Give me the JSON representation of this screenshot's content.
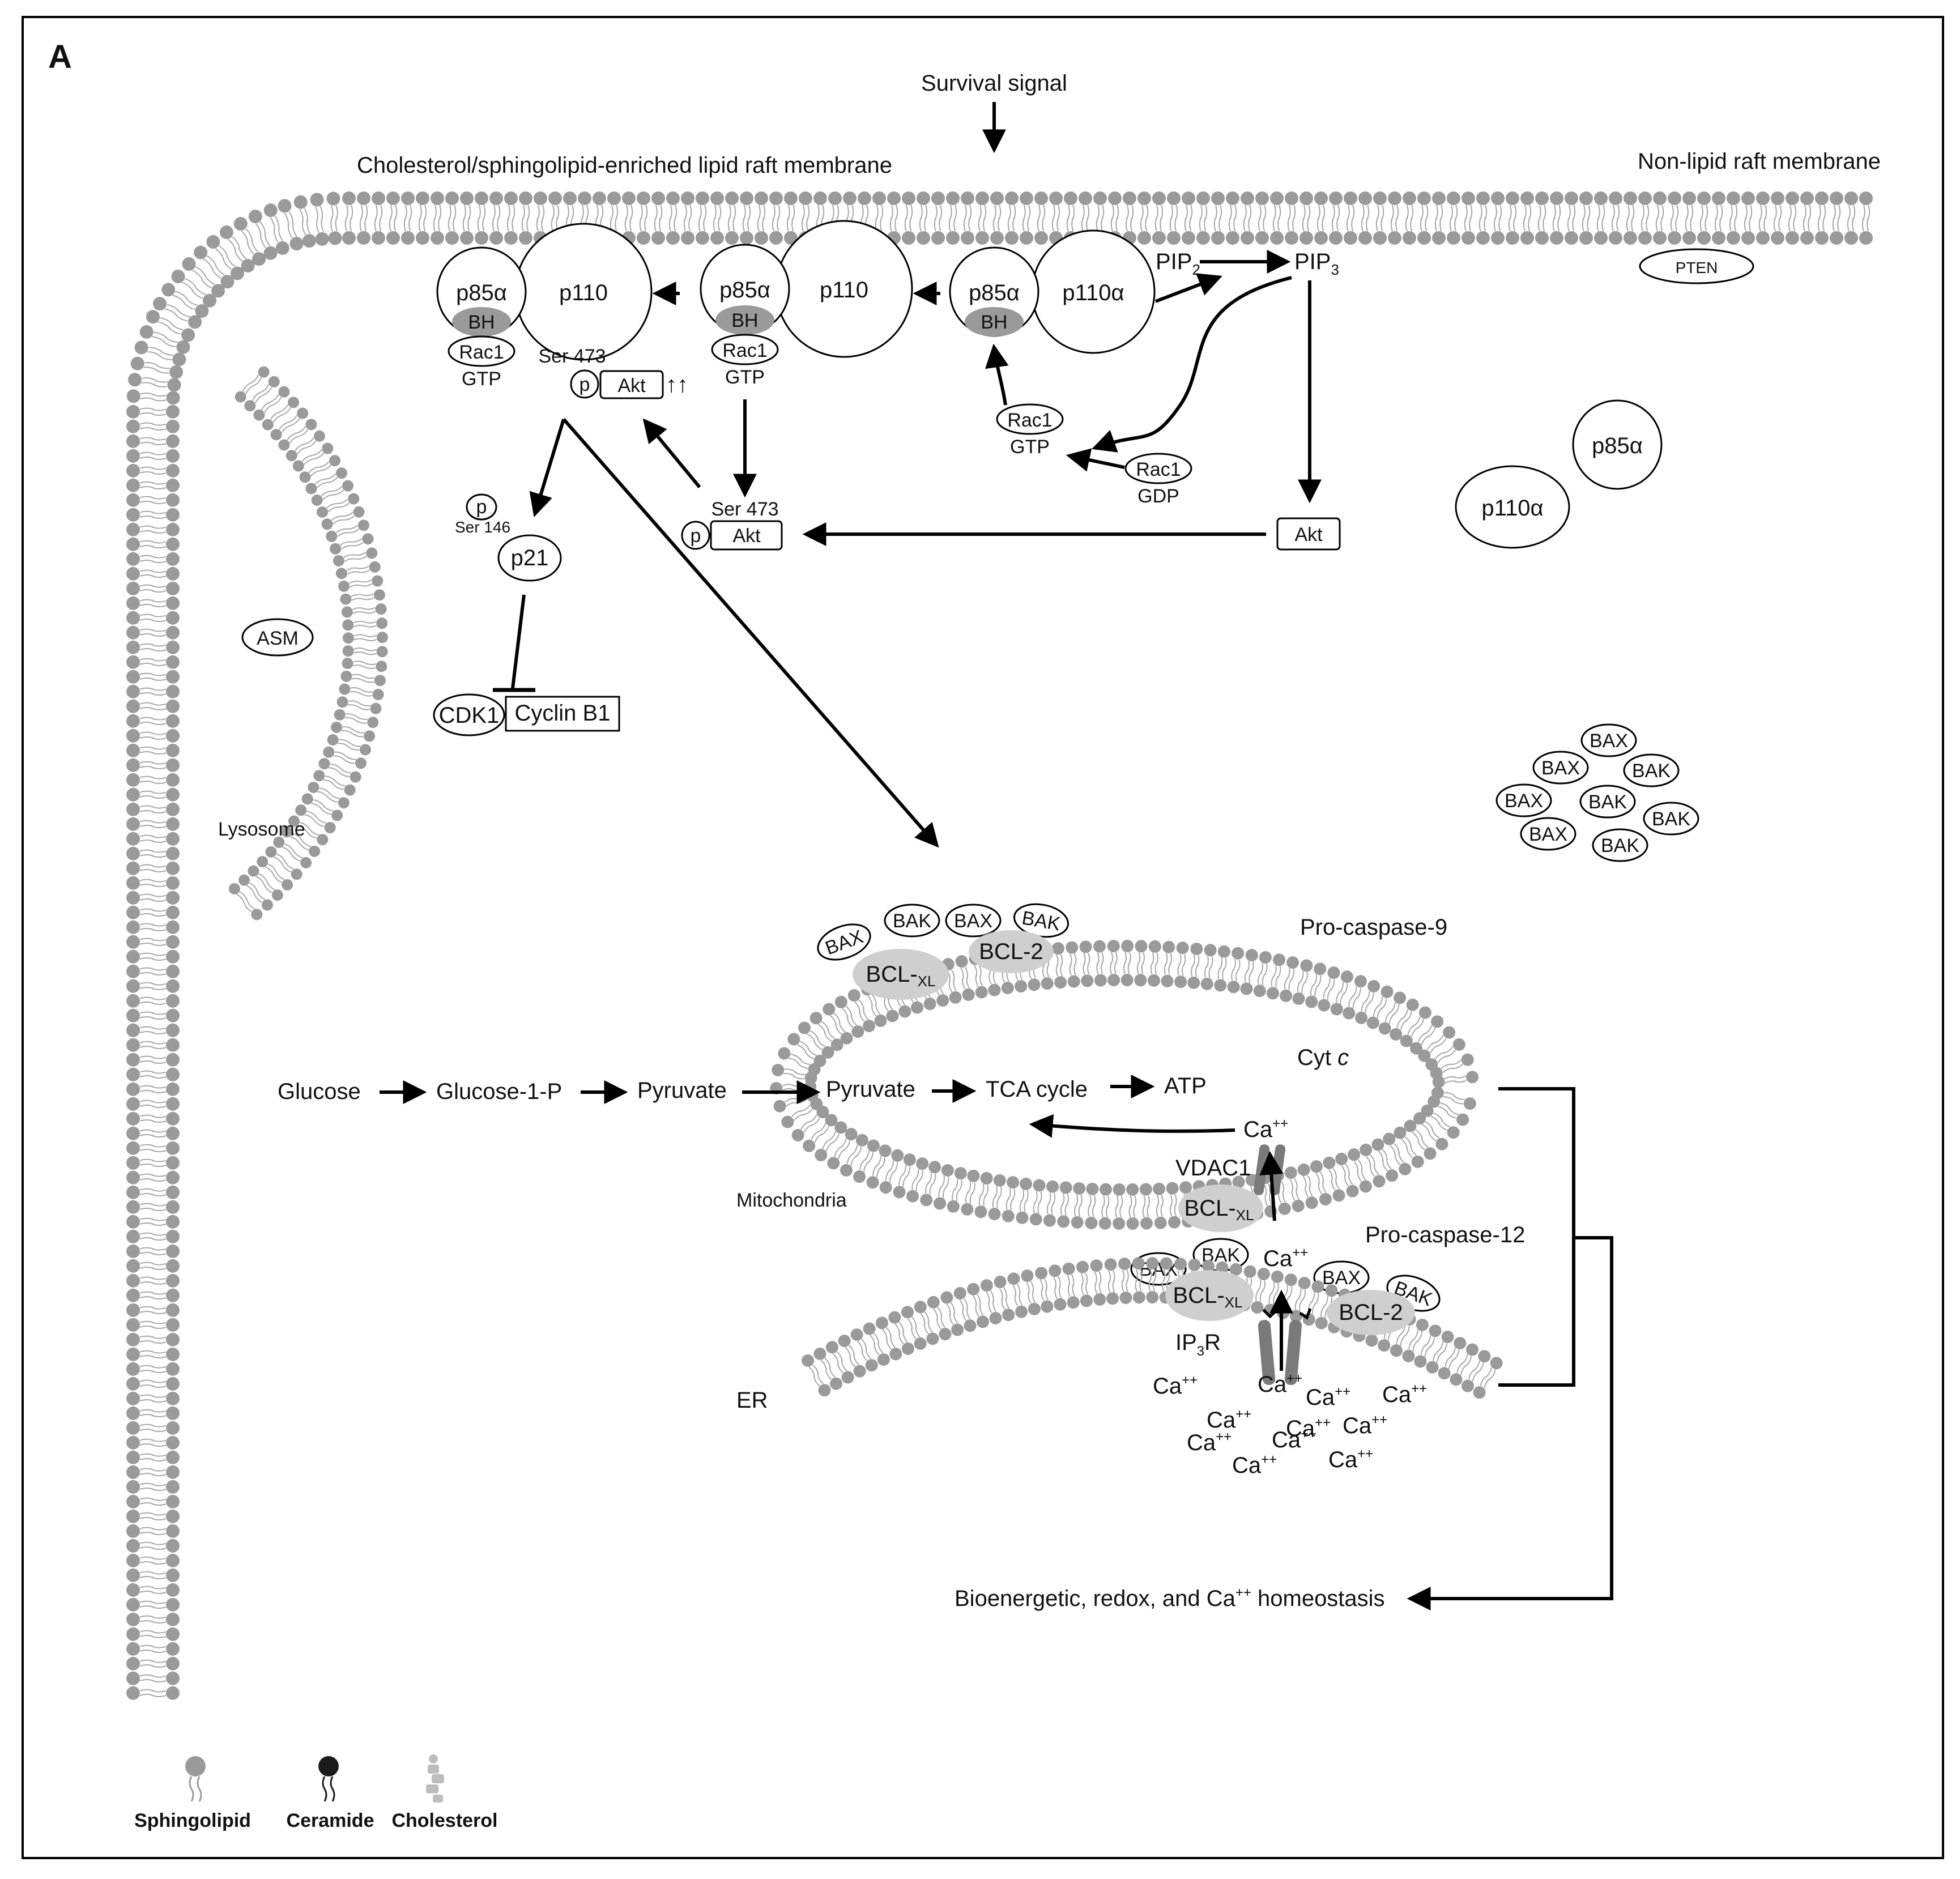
{
  "panel_label": "A",
  "top": {
    "survival_signal": "Survival signal",
    "raft_membrane": "Cholesterol/sphingolipid-enriched lipid raft membrane",
    "nonraft_membrane": "Non-lipid raft membrane",
    "pten": "PTEN"
  },
  "pi3k": {
    "p85a": "p85α",
    "p110": "p110",
    "p110a": "p110α",
    "bh": "BH",
    "rac1": "Rac1",
    "gtp": "GTP",
    "gdp": "GDP",
    "pip2_base": "PIP",
    "pip2_sub": "2",
    "pip3_base": "PIP",
    "pip3_sub": "3"
  },
  "akt": {
    "ser473": "Ser 473",
    "p": "p",
    "akt": "Akt",
    "up_arrows": "↑↑"
  },
  "cellcycle": {
    "p": "p",
    "ser146": "Ser 146",
    "p21": "p21",
    "cdk1": "CDK1",
    "cyclin_b1": "Cyclin B1"
  },
  "lysosome": {
    "asm": "ASM",
    "label": "Lysosome"
  },
  "cytosol": {
    "bax": "BAX",
    "bak": "BAK"
  },
  "mito": {
    "bcl_xl_base": "BCL-",
    "bcl_xl_sub": "XL",
    "bcl2": "BCL-2",
    "procasp9": "Pro-caspase-9",
    "cytc_base": "Cyt ",
    "cytc_italic": "c",
    "label": "Mitochondria",
    "vdac1": "VDAC1"
  },
  "glycolysis": {
    "glucose": "Glucose",
    "g1p": "Glucose-1-P",
    "pyruvate": "Pyruvate",
    "pyruvate_m": "Pyruvate",
    "tca": "TCA cycle",
    "atp": "ATP"
  },
  "calcium": {
    "ca_base": "Ca",
    "ca_sup": "++"
  },
  "er": {
    "procasp12": "Pro-caspase-12",
    "ip3r_a": "IP",
    "ip3r_sub": "3",
    "ip3r_b": "R",
    "label": "ER"
  },
  "homeostasis": {
    "a": "Bioenergetic, redox, and Ca",
    "sup": "++",
    "b": " homeostasis"
  },
  "legend": {
    "sphingolipid": "Sphingolipid",
    "ceramide": "Ceramide",
    "cholesterol": "Cholesterol"
  },
  "colors": {
    "lipid_head": "#9a9a9a",
    "ceramide": "#1a1a1a",
    "cholesterol": "#bdbdbd",
    "bcl_fill": "#cfcfcf",
    "channel": "#7a7a7a",
    "line": "#000000"
  }
}
